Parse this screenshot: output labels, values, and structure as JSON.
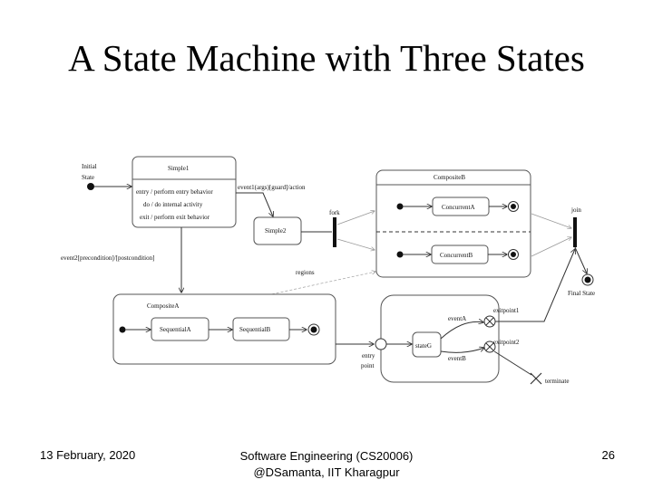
{
  "slide": {
    "title": "A State Machine with Three States"
  },
  "diagram": {
    "initial_state": [
      "Initial",
      "State"
    ],
    "simple1": {
      "name": "Simple1",
      "body": [
        "entry / perform entry behavior",
        "do / do internal activity",
        "exit / perform exit behavior"
      ]
    },
    "transition_simple1_simple2": "event1(args)[guard]/action",
    "simple2": "Simple2",
    "fork": "fork",
    "join": "join",
    "composite_b": {
      "name": "CompositeB",
      "region1": "ConcurrentA",
      "region2": "ConcurrentB"
    },
    "regions_label": "regions",
    "final_state": "Final State",
    "transition_simple1_compositeA": "event2[precondition]/[postcondition]",
    "composite_a": {
      "name": "CompositeA",
      "sub1": "SequentialA",
      "sub2": "SequentialB"
    },
    "entry_point": [
      "entry",
      "point"
    ],
    "state_g": "stateG",
    "event_a": "eventA",
    "event_b": "eventB",
    "exit_point1": "exitpoint1",
    "exit_point2": "exitpoint2",
    "terminate": "terminate"
  },
  "footer": {
    "date": "13 February, 2020",
    "course_line1": "Software Engineering (CS20006)",
    "course_line2": "@DSamanta, IIT Kharagpur",
    "page": "26"
  }
}
